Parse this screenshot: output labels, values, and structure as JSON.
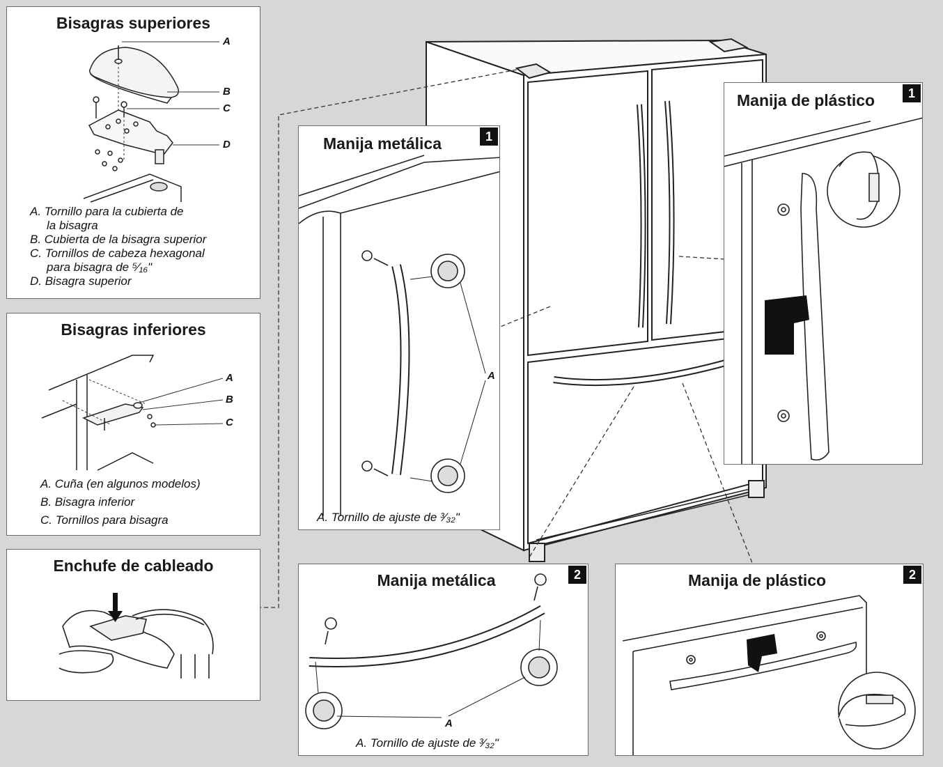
{
  "panels": {
    "top_hinges": {
      "title": "Bisagras superiores",
      "labels": [
        "A",
        "B",
        "C",
        "D"
      ],
      "legend": [
        "A. Tornillo para la cubierta de",
        "la bisagra",
        "B. Cubierta de la bisagra superior",
        "C. Tornillos de cabeza hexagonal",
        "para bisagra de ⁵⁄₁₆\"",
        "D. Bisagra superior"
      ]
    },
    "bottom_hinges": {
      "title": "Bisagras inferiores",
      "labels": [
        "A",
        "B",
        "C"
      ],
      "legend": [
        "A. Cuña (en algunos modelos)",
        "B. Bisagra inferior",
        "C. Tornillos para bisagra"
      ]
    },
    "wiring_plug": {
      "title": "Enchufe de cableado"
    },
    "metal_handle_1": {
      "title": "Manija metálica",
      "step": "1",
      "label": "A",
      "caption": "A. Tornillo de ajuste de ³⁄₃₂\""
    },
    "plastic_handle_1": {
      "title": "Manija de plástico",
      "step": "1"
    },
    "metal_handle_2": {
      "title": "Manija metálica",
      "step": "2",
      "label": "A",
      "caption": "A. Tornillo de ajuste de ³⁄₃₂\""
    },
    "plastic_handle_2": {
      "title": "Manija de plástico",
      "step": "2"
    }
  },
  "colors": {
    "background": "#d7d7d7",
    "panel": "#ffffff",
    "badge": "#111111",
    "line": "#222222"
  }
}
